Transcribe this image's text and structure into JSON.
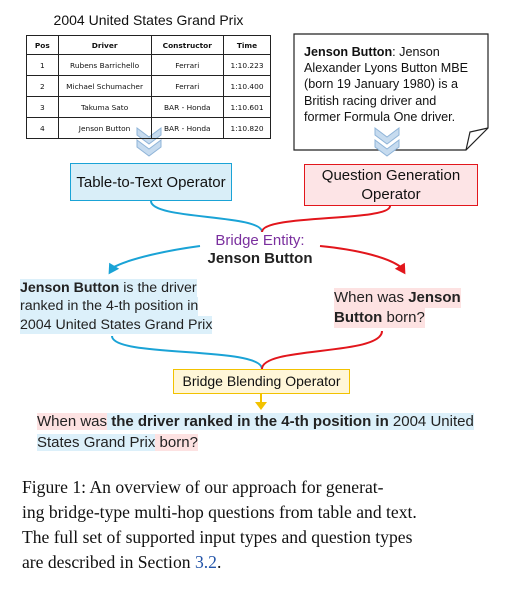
{
  "table": {
    "title": "2004 United States Grand Prix",
    "headers": [
      "Pos",
      "Driver",
      "Constructor",
      "Time"
    ],
    "rows": [
      [
        "1",
        "Rubens Barrichello",
        "Ferrari",
        "1:10.223"
      ],
      [
        "2",
        "Michael Schumacher",
        "Ferrari",
        "1:10.400"
      ],
      [
        "3",
        "Takuma Sato",
        "BAR - Honda",
        "1:10.601"
      ],
      [
        "4",
        "Jenson Button",
        "BAR - Honda",
        "1:10.820"
      ]
    ]
  },
  "passage": {
    "entity": "Jenson Button",
    "text": ": Jenson Alexander Lyons Button MBE (born 19 January 1980) is a British racing driver and former Formula One driver."
  },
  "operators": {
    "table_to_text": "Table-to-Text Operator",
    "question_generation": "Question Generation Operator",
    "bridge_blending": "Bridge Blending Operator"
  },
  "bridge": {
    "label": "Bridge Entity:",
    "entity": "Jenson Button"
  },
  "left_sentence": {
    "entity": "Jenson Button",
    "line1_rest": " is the  driver",
    "line2": "ranked in the 4-th position in",
    "line3": "2004 United States Grand Prix"
  },
  "right_question": {
    "prefix": "When was ",
    "entity_part1": "Jenson",
    "entity_part2": "Button",
    "suffix": " born?"
  },
  "final_question": {
    "when_was": "When was",
    "bold_part": " the driver ranked in the 4-th position in",
    "plain_part": " 2004 United",
    "line2_plain": "States Grand Prix",
    "line2_red": " born?"
  },
  "caption": {
    "line1": "Figure 1:  An overview of our approach for generat-",
    "line2": "ing bridge-type multi-hop questions from table and text.",
    "line3": "The full set of supported input types and question types",
    "line4_text": "are described in Section ",
    "line4_ref": "3.2",
    "line4_end": "."
  },
  "colors": {
    "blue": "#1aa3d6",
    "red": "#e2161c",
    "yellow": "#f2c200",
    "chevron": "#8fb4d8",
    "purple": "#7a2f9e"
  }
}
